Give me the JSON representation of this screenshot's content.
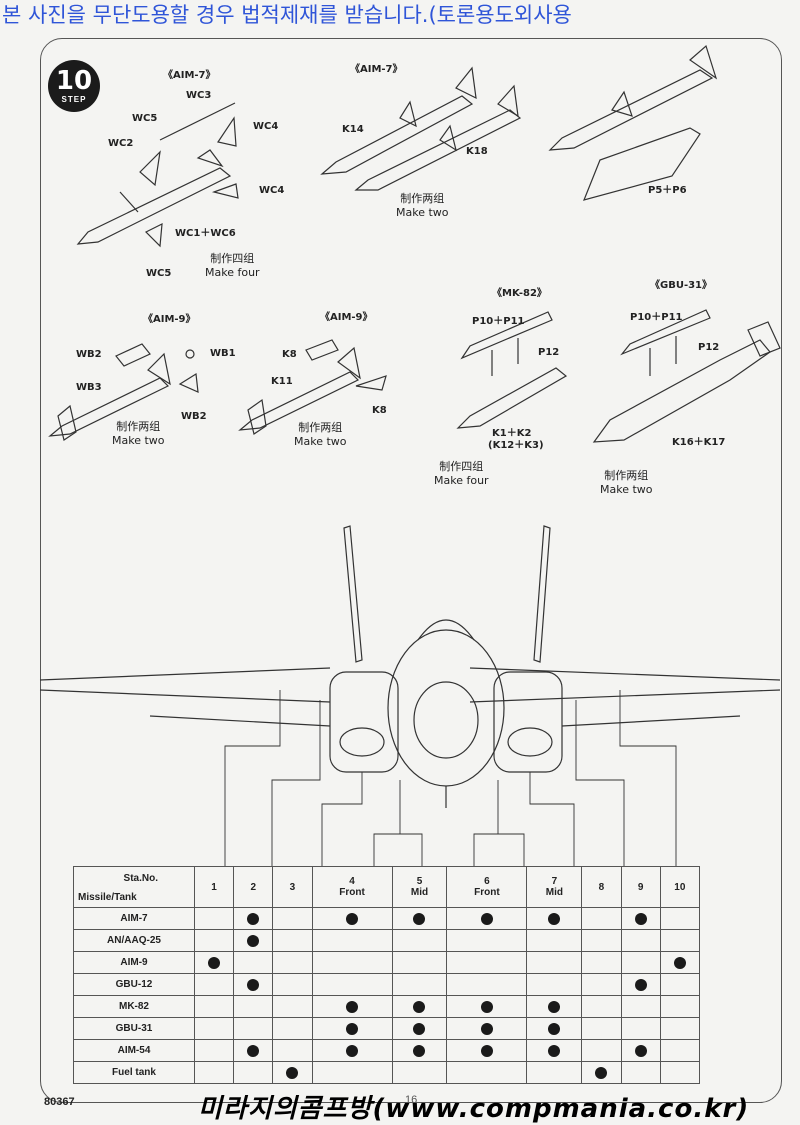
{
  "banner": "본 사진을 무단도용할 경우 법적제재를 받습니다.(토론용도외사용",
  "step": {
    "number": "10",
    "label": "STEP"
  },
  "assemblies": {
    "aim7_a": {
      "title": "《AIM-7》",
      "parts": [
        "WC3",
        "WC5",
        "WC4",
        "WC2",
        "WC4",
        "WC1＋WC6",
        "WC5"
      ],
      "note_cn": "制作四组",
      "note_en": "Make four"
    },
    "aim7_b": {
      "title": "《AIM-7》",
      "parts": [
        "K14",
        "K18"
      ],
      "note_cn": "制作两组",
      "note_en": "Make two"
    },
    "aim7_c": {
      "parts": [
        "P5＋P6"
      ]
    },
    "aim9_a": {
      "title": "《AIM-9》",
      "parts": [
        "WB2",
        "WB1",
        "WB3",
        "WB2"
      ],
      "note_cn": "制作两组",
      "note_en": "Make two"
    },
    "aim9_b": {
      "title": "《AIM-9》",
      "parts": [
        "K8",
        "K11",
        "K8"
      ],
      "note_cn": "制作两组",
      "note_en": "Make two"
    },
    "mk82": {
      "title": "《MK-82》",
      "parts": [
        "P10＋P11",
        "P12",
        "K1＋K2",
        "(K12＋K3)"
      ],
      "note_cn": "制作四组",
      "note_en": "Make four"
    },
    "gbu31": {
      "title": "《GBU-31》",
      "parts": [
        "P10＋P11",
        "P12",
        "K16＋K17"
      ],
      "note_cn": "制作两组",
      "note_en": "Make two"
    }
  },
  "table": {
    "corner_top": "Sta.No.",
    "corner_bottom": "Missile/Tank",
    "stations": [
      {
        "no": "1",
        "sub": ""
      },
      {
        "no": "2",
        "sub": ""
      },
      {
        "no": "3",
        "sub": ""
      },
      {
        "no": "4",
        "sub": "Front"
      },
      {
        "no": "5",
        "sub": "Mid"
      },
      {
        "no": "6",
        "sub": "Front"
      },
      {
        "no": "7",
        "sub": "Mid"
      },
      {
        "no": "8",
        "sub": ""
      },
      {
        "no": "9",
        "sub": ""
      },
      {
        "no": "10",
        "sub": ""
      }
    ],
    "rows": [
      {
        "name": "AIM-7",
        "marks": [
          0,
          1,
          0,
          1,
          1,
          1,
          1,
          0,
          1,
          0
        ]
      },
      {
        "name": "AN/AAQ-25",
        "marks": [
          0,
          1,
          0,
          0,
          0,
          0,
          0,
          0,
          0,
          0
        ]
      },
      {
        "name": "AIM-9",
        "marks": [
          1,
          0,
          0,
          0,
          0,
          0,
          0,
          0,
          0,
          1
        ]
      },
      {
        "name": "GBU-12",
        "marks": [
          0,
          1,
          0,
          0,
          0,
          0,
          0,
          0,
          1,
          0
        ]
      },
      {
        "name": "MK-82",
        "marks": [
          0,
          0,
          0,
          1,
          1,
          1,
          1,
          0,
          0,
          0
        ]
      },
      {
        "name": "GBU-31",
        "marks": [
          0,
          0,
          0,
          1,
          1,
          1,
          1,
          0,
          0,
          0
        ]
      },
      {
        "name": "AIM-54",
        "marks": [
          0,
          1,
          0,
          1,
          1,
          1,
          1,
          0,
          1,
          0
        ]
      },
      {
        "name": "Fuel tank",
        "marks": [
          0,
          0,
          1,
          0,
          0,
          0,
          0,
          1,
          0,
          0
        ]
      }
    ]
  },
  "footer": {
    "code": "80367",
    "page": "16",
    "brand": "미라지의콤프방(www.compmania.co.kr)"
  }
}
